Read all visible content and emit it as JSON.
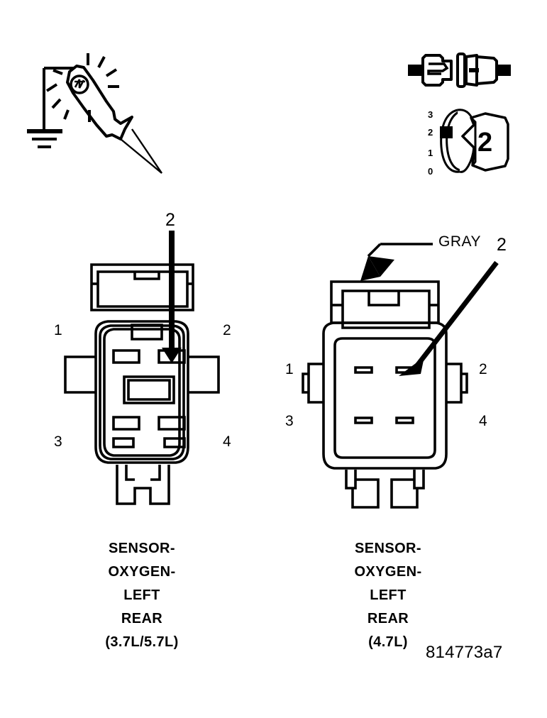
{
  "figure": {
    "id_label": "814773a7",
    "background_color": "#ffffff",
    "line_color": "#000000"
  },
  "test_light": {
    "name": "test-light-probe",
    "ground_symbol": "earth-ground"
  },
  "inline_connector": {
    "name": "inline-connector-pair"
  },
  "dial": {
    "scale": [
      "3",
      "2",
      "1",
      "0"
    ],
    "selected": "2",
    "knob_label": "2"
  },
  "left_connector": {
    "caption": [
      "SENSOR-",
      "OXYGEN-",
      "LEFT",
      "REAR",
      "(3.7L/5.7L)"
    ],
    "pins": [
      {
        "number": "1",
        "position": "top-left"
      },
      {
        "number": "2",
        "position": "top-right"
      },
      {
        "number": "3",
        "position": "bottom-left"
      },
      {
        "number": "4",
        "position": "bottom-right"
      }
    ],
    "pointer_label": "2"
  },
  "right_connector": {
    "caption": [
      "SENSOR-",
      "OXYGEN-",
      "LEFT",
      "REAR",
      "(4.7L)"
    ],
    "pins": [
      {
        "number": "1",
        "position": "top-left"
      },
      {
        "number": "2",
        "position": "top-right"
      },
      {
        "number": "3",
        "position": "bottom-left"
      },
      {
        "number": "4",
        "position": "bottom-right"
      }
    ],
    "pointer_label": "2",
    "color_callout": "GRAY"
  }
}
